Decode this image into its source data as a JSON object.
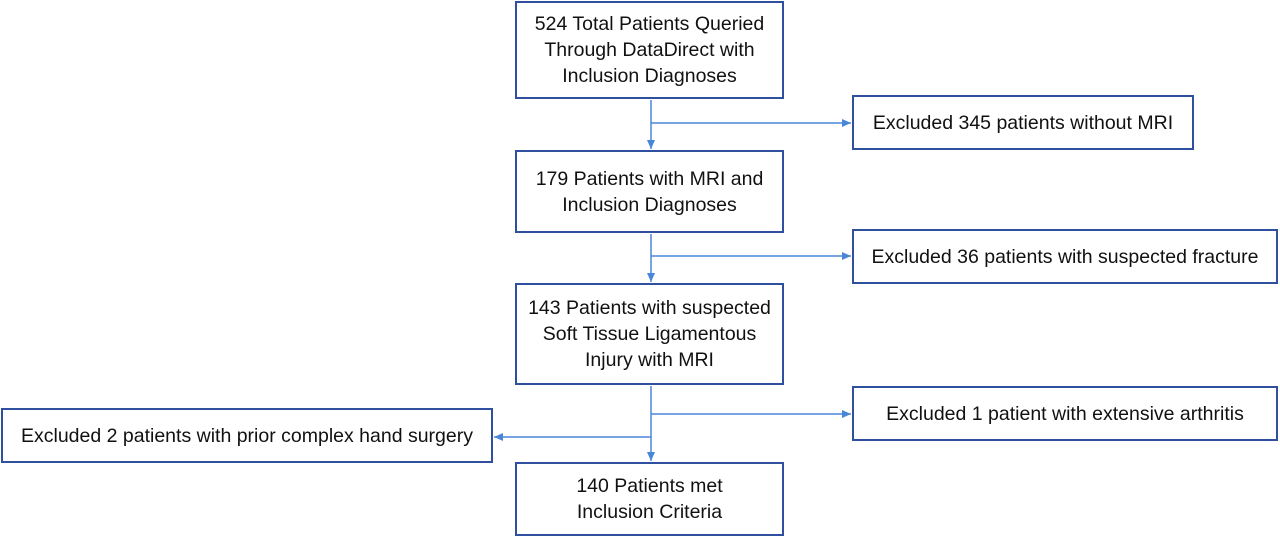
{
  "diagram": {
    "line_color": "#4a86d8",
    "box_border_color": "#2f4f9f",
    "nodes": {
      "total": "524 Total Patients Queried\nThrough DataDirect with\nInclusion Diagnoses",
      "with_mri": "179 Patients with MRI and\nInclusion Diagnoses",
      "soft_tissue": "143 Patients with suspected\nSoft Tissue Ligamentous\nInjury with MRI",
      "final": "140 Patients met\nInclusion Criteria"
    },
    "exclusions": {
      "no_mri": "Excluded 345 patients without MRI",
      "fracture": "Excluded 36 patients with suspected fracture",
      "arthritis": "Excluded 1 patient with extensive arthritis",
      "surgery": "Excluded 2 patients with prior complex hand surgery"
    }
  }
}
